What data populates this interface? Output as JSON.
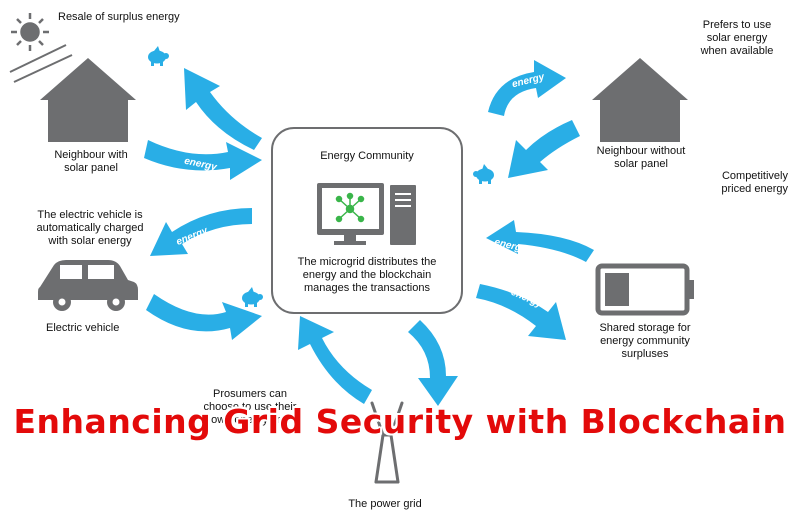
{
  "colors": {
    "arrow": "#29aee6",
    "icon": "#6d6e70",
    "accent": "#3ab54a",
    "headline": "#e30a0a"
  },
  "labels": {
    "resale": "Resale of surplus energy",
    "neighbour_solar": [
      "Neighbour with",
      "solar panel"
    ],
    "ev_charge": [
      "The electric vehicle is",
      "automatically charged",
      "with solar energy"
    ],
    "electric_vehicle": "Electric vehicle",
    "prosumers": [
      "Prosumers can",
      "choose to use their",
      "own energy first"
    ],
    "power_grid": "The power grid",
    "prefers": [
      "Prefers to use",
      "solar energy",
      "when available"
    ],
    "neighbour_without": [
      "Neighbour without",
      "solar panel"
    ],
    "competitive": [
      "Competitively",
      "priced energy"
    ],
    "shared_storage": [
      "Shared storage for",
      "energy community",
      "surpluses"
    ]
  },
  "center": {
    "title": "Energy Community",
    "caption": [
      "The microgrid distributes the",
      "energy and the blockchain",
      "manages the transactions"
    ]
  },
  "arrow_text": "energy",
  "headline": "Enhancing Grid Security with Blockchain",
  "icons": [
    "sun-icon",
    "solar-panel-icon",
    "house-icon",
    "piggy-bank-icon",
    "car-icon",
    "computer-monitor-icon",
    "computer-tower-icon",
    "network-icon",
    "battery-icon",
    "power-tower-icon"
  ]
}
